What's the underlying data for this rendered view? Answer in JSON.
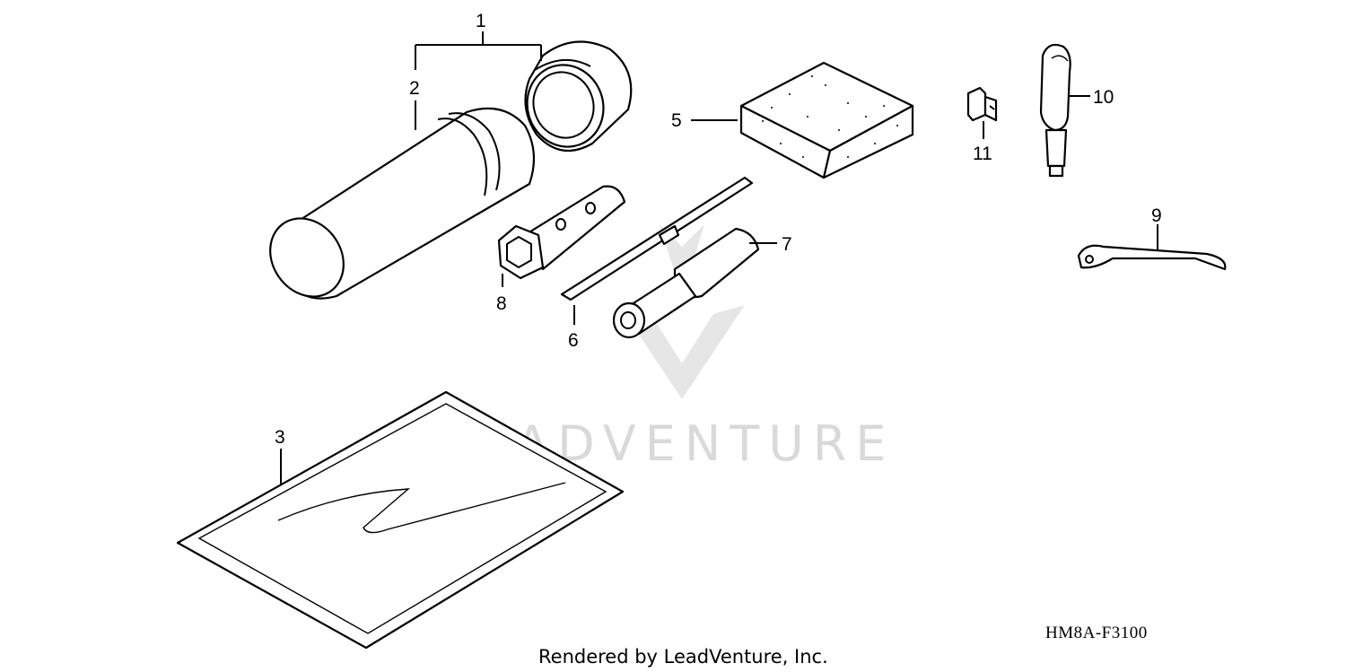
{
  "diagram": {
    "callouts": {
      "c1": "1",
      "c2": "2",
      "c3": "3",
      "c5": "5",
      "c6": "6",
      "c7": "7",
      "c8": "8",
      "c9": "9",
      "c10": "10",
      "c11": "11"
    },
    "diagram_code": "HM8A-F3100",
    "watermark": "LEADVENTURE",
    "footer": "Rendered by LeadVenture, Inc."
  }
}
